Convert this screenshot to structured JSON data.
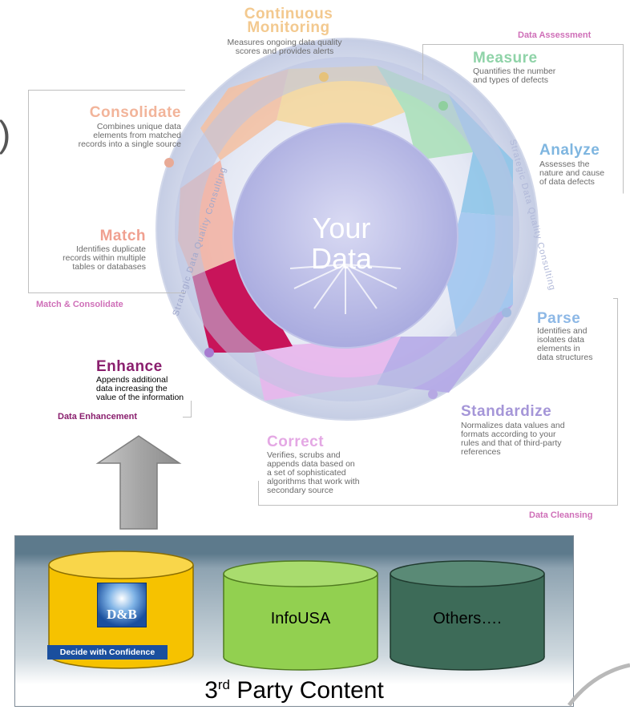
{
  "center": {
    "line1": "Your",
    "line2": "Data"
  },
  "ring_text": "Strategic Data Quality Consulting",
  "steps": {
    "monitoring": {
      "title1": "Continuous",
      "title2": "Monitoring",
      "desc1": "Measures ongoing data quality",
      "desc2": "scores and provides alerts",
      "color": "#f3c98f"
    },
    "measure": {
      "title": "Measure",
      "desc1": "Quantifies the number",
      "desc2": "and types of defects",
      "color": "#8fd3a8"
    },
    "analyze": {
      "title": "Analyze",
      "desc1": "Assesses the",
      "desc2": "nature and cause",
      "desc3": "of data defects",
      "color": "#7fb6e0"
    },
    "parse": {
      "title": "Parse",
      "desc1": "Identifies and",
      "desc2": "isolates data",
      "desc3": "elements in",
      "desc4": "data structures",
      "color": "#8db8e6"
    },
    "standardize": {
      "title": "Standardize",
      "desc1": "Normalizes data values and",
      "desc2": "formats according to your",
      "desc3": "rules and that of third-party",
      "desc4": "references",
      "color": "#a596d8"
    },
    "correct": {
      "title": "Correct",
      "desc1": "Verifies, scrubs and",
      "desc2": "appends data based on",
      "desc3": "a set of sophisticated",
      "desc4": "algorithms that work with",
      "desc5": "secondary source",
      "color": "#e4a8e4"
    },
    "enhance": {
      "title": "Enhance",
      "desc1": "Appends additional",
      "desc2": "data increasing the",
      "desc3": "value of the information",
      "color": "#8a1f6e"
    },
    "match": {
      "title": "Match",
      "desc1": "Identifies duplicate",
      "desc2": "records within multiple",
      "desc3": "tables or databases",
      "color": "#f0a090"
    },
    "consolidate": {
      "title": "Consolidate",
      "desc1": "Combines unique data",
      "desc2": "elements from matched",
      "desc3": "records into a single source",
      "color": "#f2b49a"
    }
  },
  "groups": {
    "assessment": {
      "label": "Data Assessment",
      "color": "#cf6fb8"
    },
    "match_consolidate": {
      "label": "Match & Consolidate",
      "color": "#cf6fb8"
    },
    "enhancement": {
      "label": "Data Enhancement",
      "color": "#8a1f6e"
    },
    "cleansing": {
      "label": "Data Cleansing",
      "color": "#cf6fb8"
    }
  },
  "databases": {
    "dnb": {
      "logo": "D&B",
      "tagline": "Decide with Confidence",
      "color": "#f6c200"
    },
    "infousa": {
      "label": "InfoUSA",
      "color": "#92d050"
    },
    "others": {
      "label": "Others….",
      "color": "#3d6b58"
    }
  },
  "panel": {
    "title": "3",
    "title_sup": "rd",
    "title_rest": " Party Content"
  },
  "fragment": ")"
}
